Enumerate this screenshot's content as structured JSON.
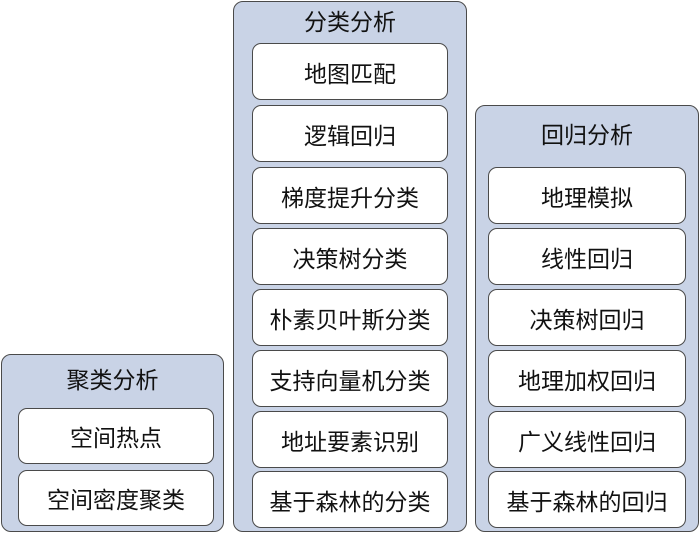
{
  "clustering": {
    "title": "聚类分析",
    "items": [
      "空间热点",
      "空间密度聚类"
    ]
  },
  "classification": {
    "title": "分类分析",
    "items": [
      "地图匹配",
      "逻辑回归",
      "梯度提升分类",
      "决策树分类",
      "朴素贝叶斯分类",
      "支持向量机分类",
      "地址要素识别",
      "基于森林的分类"
    ]
  },
  "regression": {
    "title": "回归分析",
    "items": [
      "地理模拟",
      "线性回归",
      "决策树回归",
      "地理加权回归",
      "广义线性回归",
      "基于森林的回归"
    ]
  },
  "colors": {
    "panel_fill": "#c9d3e6",
    "item_fill": "#ffffff",
    "border": "#4a4a4a"
  }
}
